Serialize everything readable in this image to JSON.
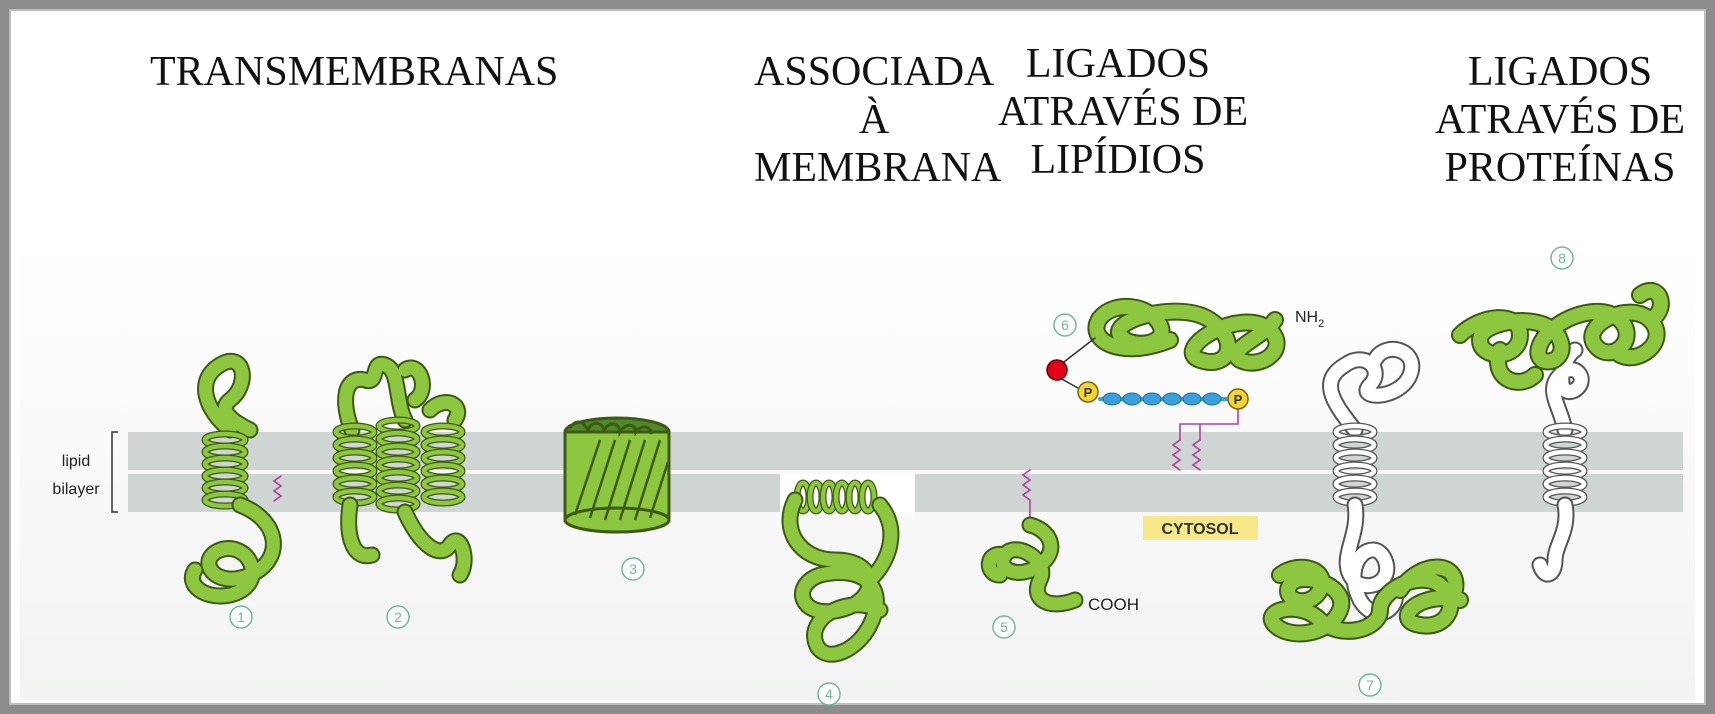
{
  "headings": {
    "transmembranas": [
      "TRANSMEMBRANAS"
    ],
    "associada": [
      "ASSOCIADA",
      "À",
      "MEMBRANA"
    ],
    "lipidios": [
      "LIGADOS",
      "ATRAVÉS DE",
      "LIPÍDIOS"
    ],
    "proteinas": [
      "LIGADOS",
      "ATRAVÉS DE",
      "PROTEÍNAS"
    ]
  },
  "labels": {
    "lipid_line1": "lipid",
    "lipid_line2": "bilayer",
    "nh2_main": "NH",
    "nh2_sub": "2",
    "cooh": "COOH",
    "cytosol": "CYTOSOL",
    "phosphate": "P"
  },
  "protein_numbers": [
    "1",
    "2",
    "3",
    "4",
    "5",
    "6",
    "7",
    "8"
  ],
  "colors": {
    "protein_green": "#8dc63f",
    "protein_outline": "#3d5a14",
    "membrane": "#cfd5d2",
    "number_circle": "#6fb89a",
    "cytosol_bg": "#f7e98a",
    "lipid_anchor": "#b1409c",
    "phosphate_yellow": "#f5d531",
    "chain_blue": "#3aa0db",
    "group_red": "#e3001b"
  }
}
